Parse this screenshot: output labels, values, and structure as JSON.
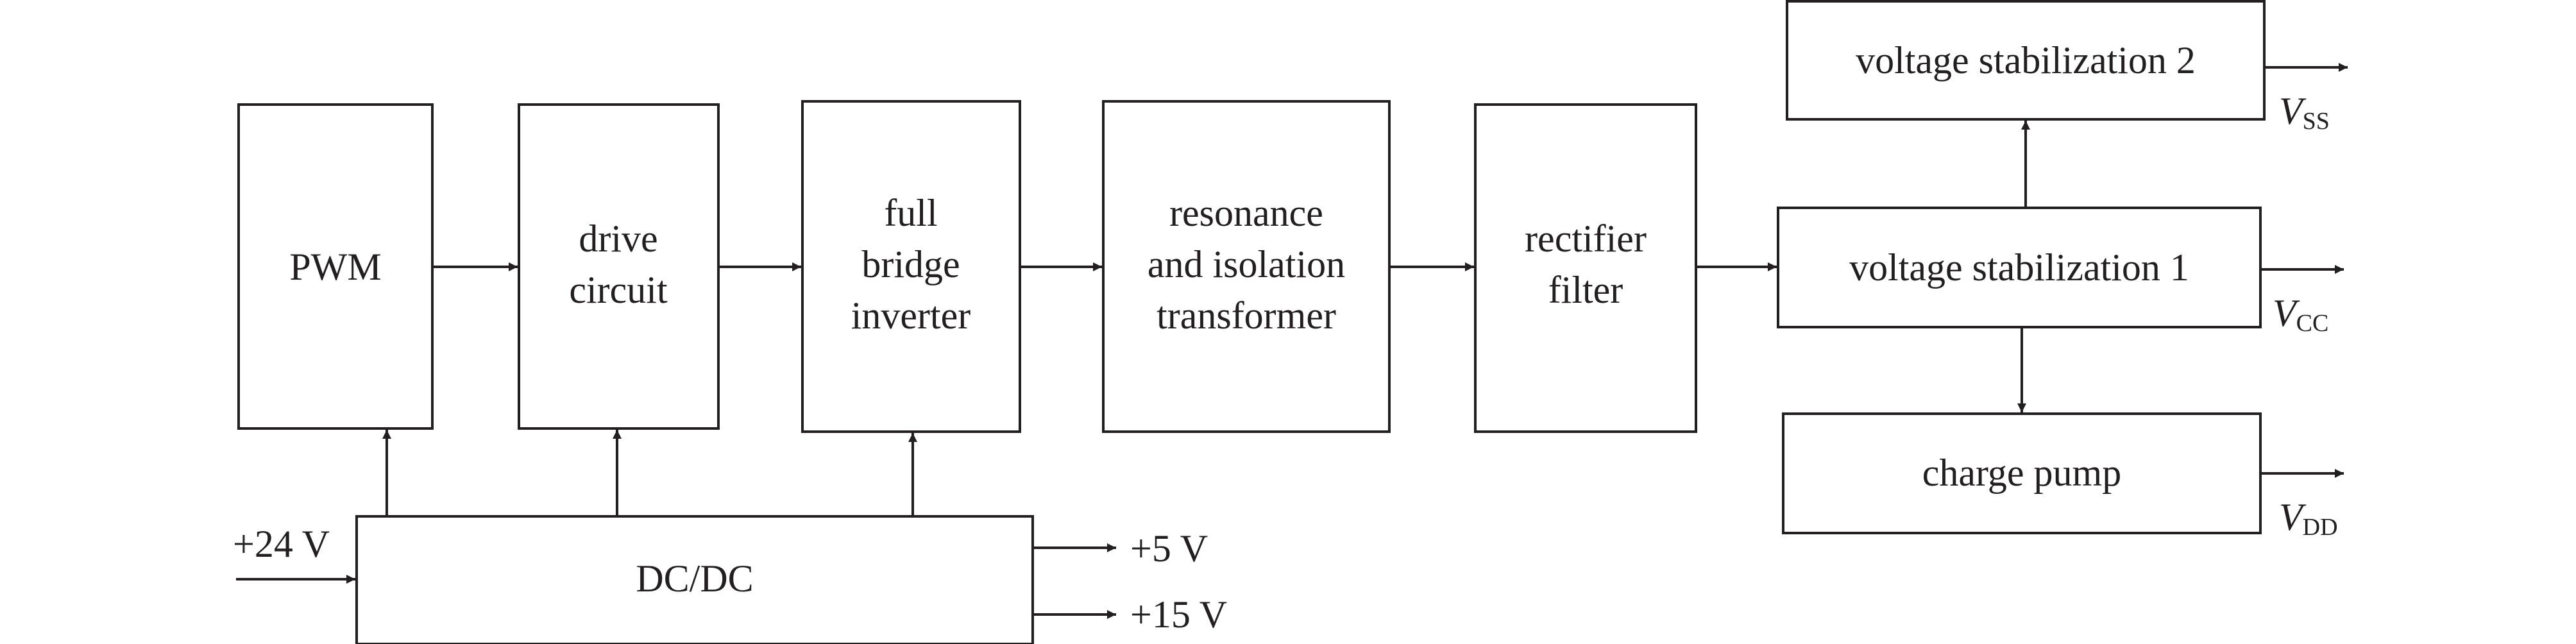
{
  "blocks": {
    "pwm": [
      "PWM"
    ],
    "drive": [
      "drive",
      "circuit"
    ],
    "bridge": [
      "full",
      "bridge",
      "inverter"
    ],
    "resonance": [
      "resonance",
      "and isolation",
      "transformer"
    ],
    "rectifier": [
      "rectifier",
      "filter"
    ],
    "vs1": [
      "voltage stabilization 1"
    ],
    "vs2": [
      "voltage stabilization 2"
    ],
    "pump": [
      "charge pump"
    ],
    "dcdc": [
      "DC/DC"
    ]
  },
  "inputs": {
    "supply": "+24 V"
  },
  "outputs": {
    "p5": "+5 V",
    "p15": "+15 V",
    "vss": {
      "main": "V",
      "sub": "SS"
    },
    "vcc": {
      "main": "V",
      "sub": "CC"
    },
    "vdd": {
      "main": "V",
      "sub": "DD"
    }
  }
}
